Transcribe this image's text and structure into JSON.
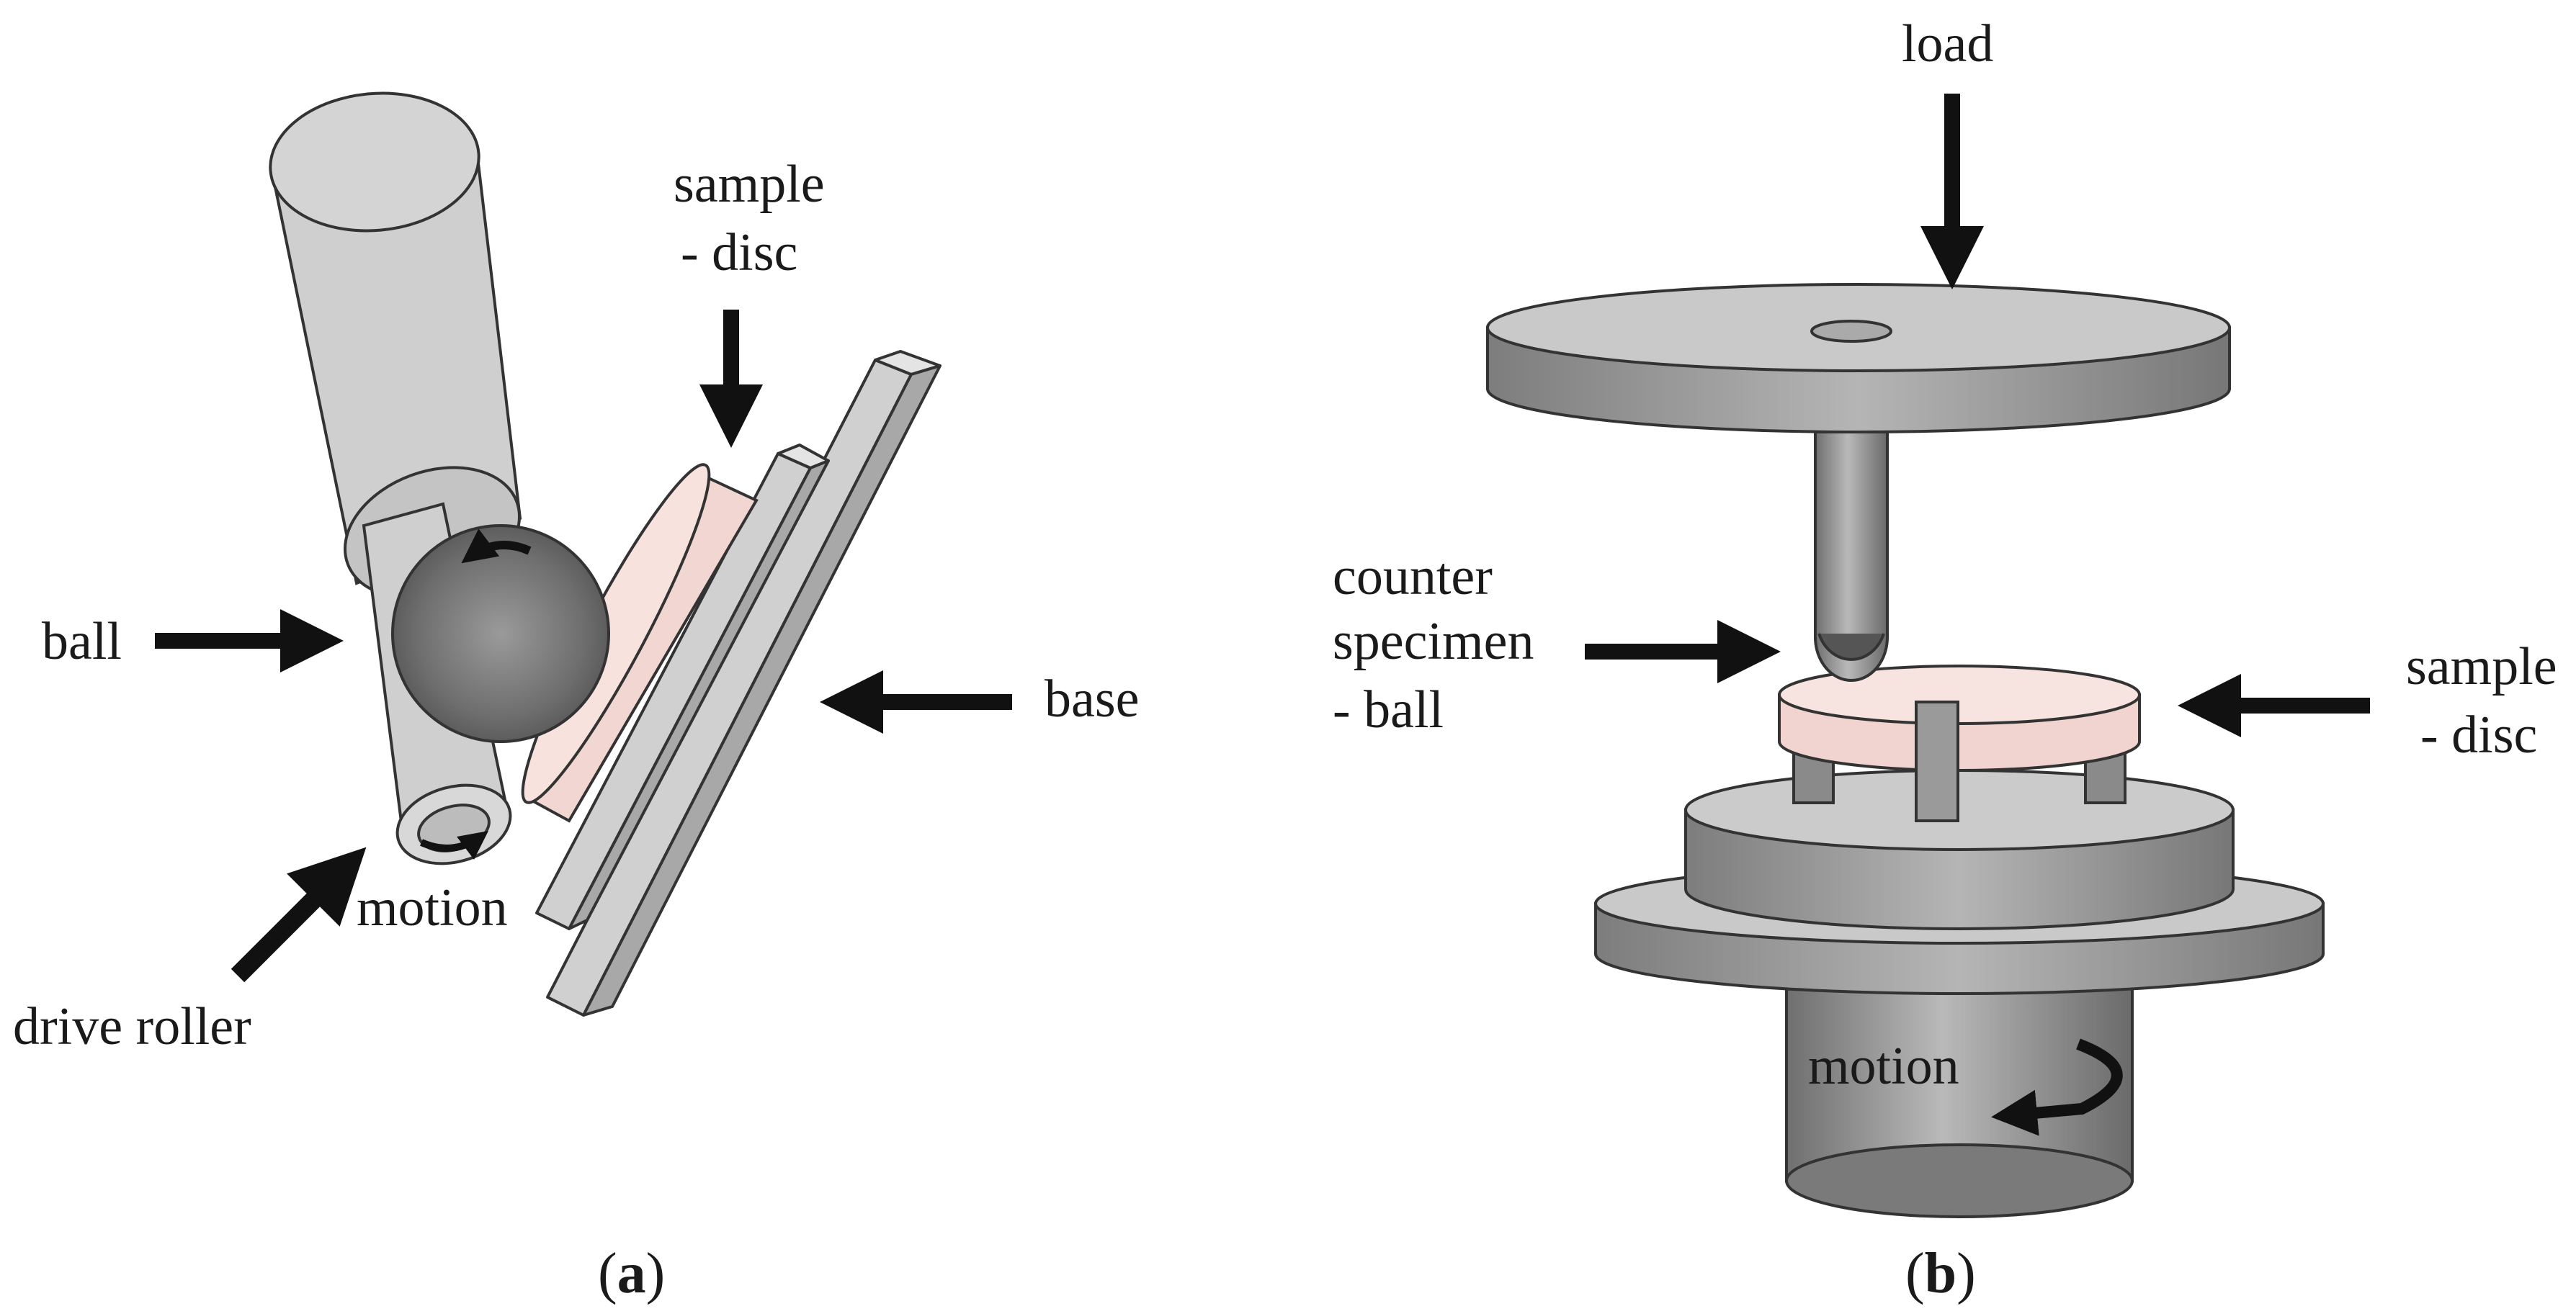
{
  "panel_a": {
    "labels": {
      "sample_line1": "sample",
      "sample_line2": "- disc",
      "ball": "ball",
      "base": "base",
      "motion": "motion",
      "drive_roller": "drive roller"
    },
    "caption": {
      "open": "(",
      "letter": "a",
      "close": ")"
    }
  },
  "panel_b": {
    "labels": {
      "load": "load",
      "counter_line1": "counter",
      "counter_line2": "specimen",
      "counter_line3": "- ball",
      "sample_line1": "sample",
      "sample_line2": "- disc",
      "motion": "motion"
    },
    "caption": {
      "open": "(",
      "letter": "b",
      "close": ")"
    }
  },
  "colors": {
    "metal_gray": "#c8c8c8",
    "dark_gray": "#7a7a7a",
    "sample_pink": "#f4d8d4",
    "arrow_black": "#111111"
  }
}
